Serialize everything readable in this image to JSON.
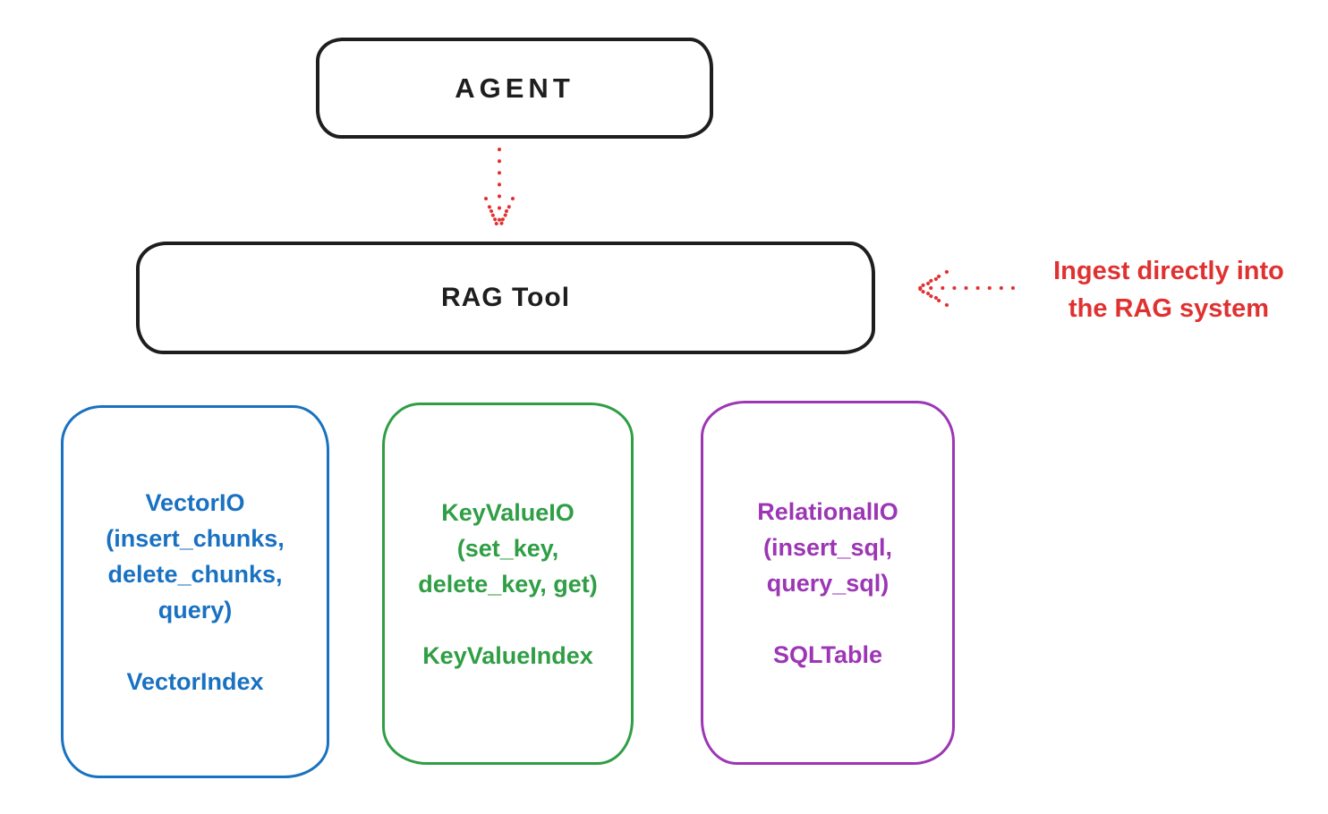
{
  "diagram": {
    "background": "#ffffff",
    "colors": {
      "black": "#1e1e1e",
      "red": "#e03131",
      "blue": "#1971c2",
      "green": "#2f9e44",
      "purple": "#9c36b5"
    },
    "nodes": {
      "agent": {
        "label": "AGENT",
        "color": "#1e1e1e"
      },
      "rag_tool": {
        "label": "RAG Tool",
        "color": "#1e1e1e"
      },
      "vector_io": {
        "color": "#1971c2",
        "lines": [
          "VectorIO",
          "(insert_chunks,",
          "delete_chunks,",
          "query)",
          "",
          "VectorIndex"
        ]
      },
      "key_value_io": {
        "color": "#2f9e44",
        "lines": [
          "KeyValueIO",
          "(set_key,",
          "delete_key, get)",
          "",
          "KeyValueIndex"
        ]
      },
      "relational_io": {
        "color": "#9c36b5",
        "lines": [
          "RelationalIO",
          "(insert_sql,",
          "query_sql)",
          "",
          "SQLTable"
        ]
      }
    },
    "annotation": {
      "color": "#e03131",
      "lines": [
        "Ingest directly into",
        "the RAG system"
      ]
    },
    "arrows": [
      {
        "name": "agent-to-rag-tool",
        "style": "dotted",
        "color": "#e03131",
        "direction": "down"
      },
      {
        "name": "annotation-to-rag-tool",
        "style": "dotted",
        "color": "#e03131",
        "direction": "left"
      }
    ]
  }
}
